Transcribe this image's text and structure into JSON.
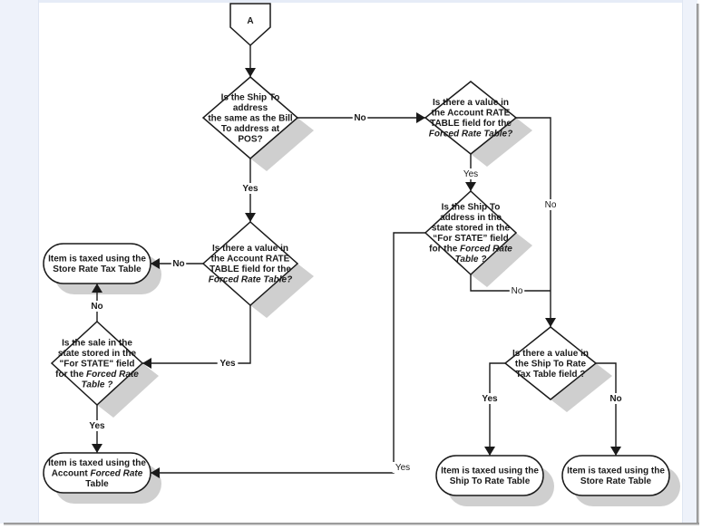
{
  "diagram": {
    "colors": {
      "line": "#1a1a1a",
      "shape_fill": "#ffffff",
      "shadow": "#cfcfcf",
      "frame": "#eef2fa"
    },
    "connector": {
      "label": "A"
    },
    "nodes": {
      "d1": {
        "type": "decision",
        "lines": [
          "Is the Ship To",
          "address",
          "the same as the Bill",
          "To address at",
          "POS?"
        ]
      },
      "d2": {
        "type": "decision",
        "lines": [
          "Is there a value in",
          "the Account RATE",
          "TABLE  field for the",
          "Forced Rate Table?"
        ],
        "italic_last": true
      },
      "d3": {
        "type": "decision",
        "lines": [
          "Is the sale in the",
          "state stored in the",
          "\"For STATE\" field",
          "for the Forced Rate",
          "Table ?"
        ]
      },
      "d4": {
        "type": "decision",
        "lines": [
          "Is there a value in",
          "the Account RATE",
          "TABLE  field for the",
          "Forced Rate Table?"
        ]
      },
      "d5": {
        "type": "decision",
        "lines": [
          "Is the Ship To",
          "address in the",
          "state stored in the",
          "“For STATE” field",
          "for the Forced Rate",
          "Table ?"
        ]
      },
      "d6": {
        "type": "decision",
        "lines": [
          "Is there a value in",
          "the Ship To Rate",
          "Tax Table field ?"
        ]
      },
      "t1": {
        "type": "terminal",
        "lines": [
          "Item is taxed using the",
          "Store Rate Tax Table"
        ]
      },
      "t2": {
        "type": "terminal",
        "lines": [
          "Item is taxed using the",
          "Account Forced Rate",
          "Table"
        ]
      },
      "t3": {
        "type": "terminal",
        "lines": [
          "Item is taxed using the",
          "Ship To Rate Table"
        ]
      },
      "t4": {
        "type": "terminal",
        "lines": [
          "Item is taxed using the",
          "Store Rate Table"
        ]
      }
    },
    "edges": [
      {
        "from": "A",
        "to": "d1",
        "label": ""
      },
      {
        "from": "d1",
        "to": "d2",
        "label": "Yes"
      },
      {
        "from": "d1",
        "to": "d4",
        "label": "No"
      },
      {
        "from": "d2",
        "to": "t1",
        "label": "No"
      },
      {
        "from": "d2",
        "to": "d3",
        "label": "Yes"
      },
      {
        "from": "d3",
        "to": "t1",
        "label": "No"
      },
      {
        "from": "d3",
        "to": "t2",
        "label": "Yes"
      },
      {
        "from": "d4",
        "to": "d5",
        "label": "Yes"
      },
      {
        "from": "d4",
        "to": "d6",
        "label": "No"
      },
      {
        "from": "d5",
        "to": "t2",
        "label": "Yes"
      },
      {
        "from": "d5",
        "to": "d6",
        "label": "No"
      },
      {
        "from": "d6",
        "to": "t3",
        "label": "Yes"
      },
      {
        "from": "d6",
        "to": "t4",
        "label": "No"
      }
    ]
  }
}
